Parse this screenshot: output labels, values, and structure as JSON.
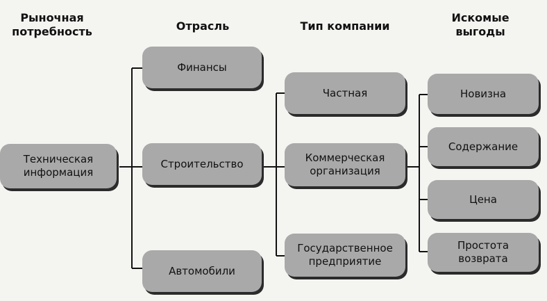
{
  "headers": {
    "market_need": "Рыночная\nпотребность",
    "industry": "Отрасль",
    "company_type": "Тип компании",
    "benefits": "Искомые\nвыгоды"
  },
  "nodes": {
    "market_need": "Техническая\nинформация",
    "industries": [
      "Финансы",
      "Строительство",
      "Автомобили"
    ],
    "company_types": [
      "Частная",
      "Коммерческая\nорганизация",
      "Государственное\nпредприятие"
    ],
    "benefits": [
      "Новизна",
      "Содержание",
      "Цена",
      "Простота\nвозврата"
    ]
  },
  "colors": {
    "node_fill": "#a9a9a9",
    "node_shadow": "#2b2b2b",
    "line": "#111111",
    "background": "#f4f4f1"
  }
}
